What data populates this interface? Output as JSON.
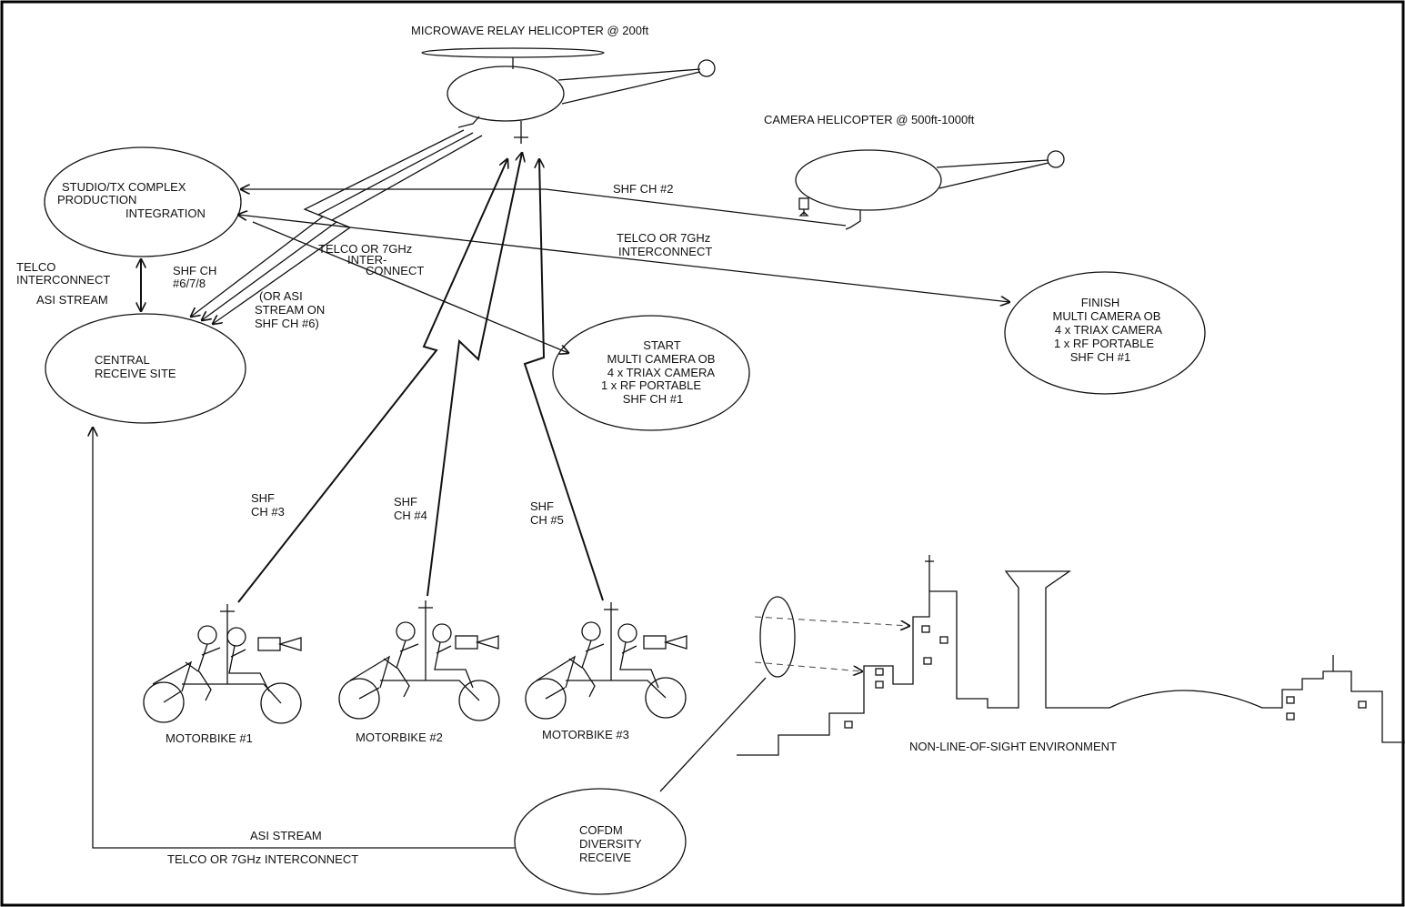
{
  "labels": {
    "relay_heli": "MICROWAVE RELAY HELICOPTER @ 200ft",
    "camera_heli": "CAMERA HELICOPTER @ 500ft-1000ft",
    "studio": [
      "STUDIO/TX COMPLEX",
      "PRODUCTION",
      "INTEGRATION"
    ],
    "central": [
      "CENTRAL",
      "RECEIVE SITE"
    ],
    "start": [
      "START",
      "MULTI CAMERA OB",
      "4 x TRIAX CAMERA",
      "1 x RF PORTABLE",
      "SHF CH #1"
    ],
    "finish": [
      "FINISH",
      "MULTI CAMERA OB",
      "4 x TRIAX CAMERA",
      "1 x RF PORTABLE",
      "SHF CH #1"
    ],
    "cofdm": [
      "COFDM",
      "DIVERSITY",
      "RECEIVE"
    ],
    "shf_ch2": "SHF CH #2",
    "telco_7ghz_right": [
      "TELCO OR 7GHz",
      "INTERCONNECT"
    ],
    "telco_7ghz_mid": [
      "TELCO OR 7GHz",
      "INTER-",
      "CONNECT"
    ],
    "telco_left": [
      "TELCO",
      "INTERCONNECT"
    ],
    "asi_left": "ASI STREAM",
    "shf_678": [
      "SHF CH",
      "#6/7/8"
    ],
    "or_asi": [
      "(OR ASI",
      "STREAM ON",
      "SHF CH #6)"
    ],
    "shf3": [
      "SHF",
      "CH #3"
    ],
    "shf4": [
      "SHF",
      "CH #4"
    ],
    "shf5": [
      "SHF",
      "CH #5"
    ],
    "bike1": "MOTORBIKE #1",
    "bike2": "MOTORBIKE #2",
    "bike3": "MOTORBIKE #3",
    "nlos": "NON-LINE-OF-SIGHT ENVIRONMENT",
    "asi_bottom": "ASI STREAM",
    "telco_bottom": "TELCO OR 7GHz INTERCONNECT"
  }
}
